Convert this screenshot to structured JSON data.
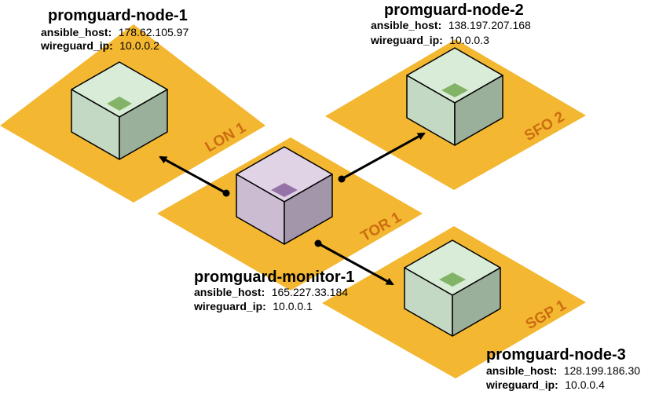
{
  "colors": {
    "region_fill": "#f3b731",
    "region_label": "#cc6d10",
    "node_top": "#d9ecd7",
    "node_left": "#c4d9c3",
    "node_right": "#9ab09a",
    "node_diamond": "#82b366",
    "monitor_top": "#e0d3e6",
    "monitor_left": "#cbbcd2",
    "monitor_right": "#a496aa",
    "monitor_diamond": "#9673a6",
    "stroke": "#000000"
  },
  "icons": {
    "server": "server-cube-icon",
    "connection": "arrow-icon"
  },
  "regions": {
    "lon1": "LON 1",
    "sfo2": "SFO 2",
    "tor1": "TOR 1",
    "sgp1": "SGP 1"
  },
  "field_keys": {
    "ansible_host": "ansible_host:",
    "wireguard_ip": "wireguard_ip:"
  },
  "servers": {
    "node1": {
      "name": "promguard-node-1",
      "ansible_host": "178.62.105.97",
      "wireguard_ip": "10.0.0.2",
      "region": "LON 1"
    },
    "node2": {
      "name": "promguard-node-2",
      "ansible_host": "138.197.207.168",
      "wireguard_ip": "10.0.0.3",
      "region": "SFO 2"
    },
    "monitor": {
      "name": "promguard-monitor-1",
      "ansible_host": "165.227.33.184",
      "wireguard_ip": "10.0.0.1",
      "region": "TOR 1"
    },
    "node3": {
      "name": "promguard-node-3",
      "ansible_host": "128.199.186.30",
      "wireguard_ip": "10.0.0.4",
      "region": "SGP 1"
    }
  }
}
